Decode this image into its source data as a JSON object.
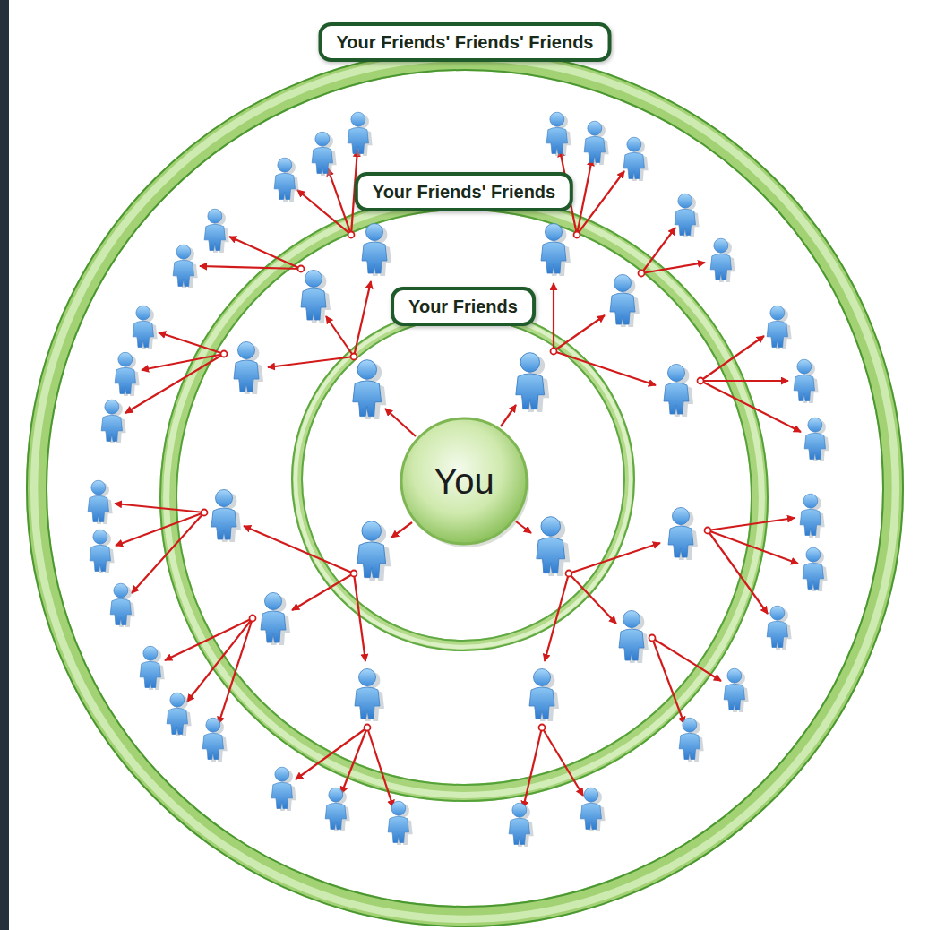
{
  "diagram": {
    "nodes": [
      {
        "text": [
          "Your Friends' Friends' Friends"
        ]
      },
      {
        "text": [
          "Your Friends' Friends"
        ],
        "in": 0
      },
      {
        "text": [
          "Your Friends"
        ],
        "in": 1
      },
      {
        "text": [
          "You"
        ],
        "in": 2
      }
    ]
  }
}
